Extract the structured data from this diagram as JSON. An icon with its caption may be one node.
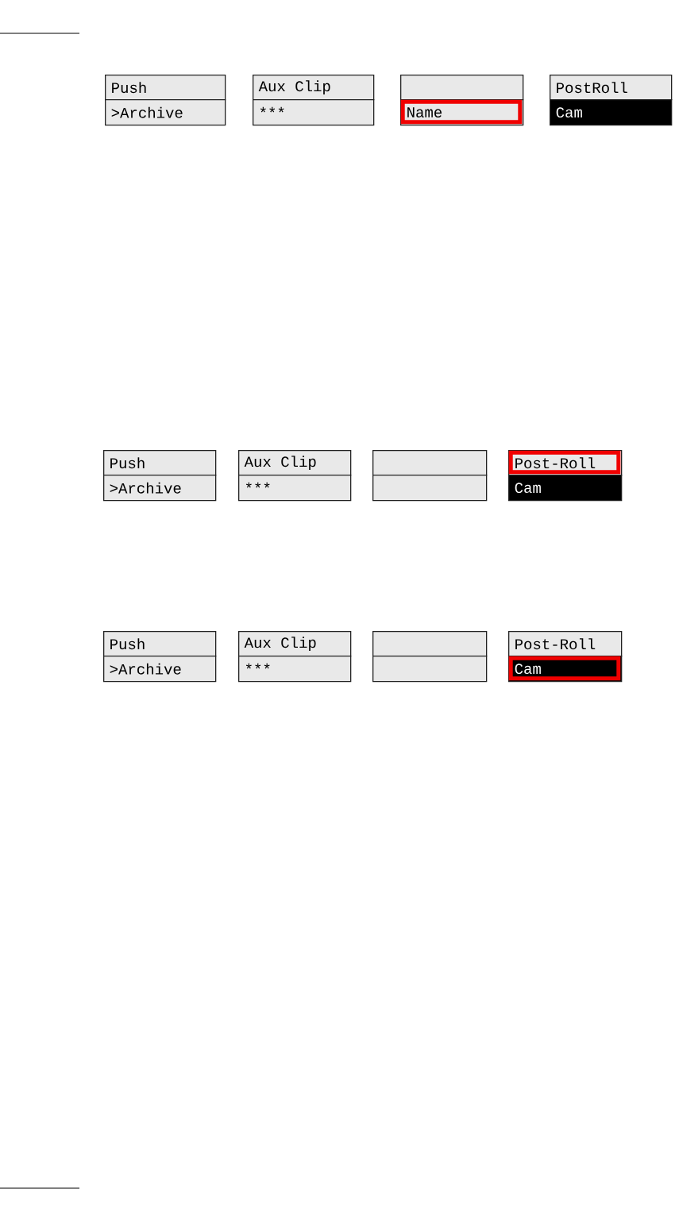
{
  "diagram": {
    "nodes": [
      {
        "text": [
          "Push"
        ]
      },
      {
        "text": [
          ">Archive"
        ]
      },
      {
        "text": [
          "Aux Clip"
        ]
      },
      {
        "text": [
          "***"
        ]
      },
      {
        "text": [],
        "shape": "box"
      },
      {
        "text": [
          "Name"
        ]
      },
      {
        "text": [
          "PostRoll"
        ]
      },
      {
        "text": [
          "Cam"
        ]
      },
      {
        "text": [
          "Push"
        ]
      },
      {
        "text": [
          ">Archive"
        ]
      },
      {
        "text": [
          "Aux Clip"
        ]
      },
      {
        "text": [
          "***"
        ]
      },
      {
        "text": [],
        "shape": "box"
      },
      {
        "text": [],
        "shape": "box"
      },
      {
        "text": [
          "Post-Roll"
        ]
      },
      {
        "text": [
          "Cam"
        ]
      },
      {
        "text": [
          "Push"
        ]
      },
      {
        "text": [
          ">Archive"
        ]
      },
      {
        "text": [
          "Aux Clip"
        ]
      },
      {
        "text": [
          "***"
        ]
      },
      {
        "text": [],
        "shape": "box"
      },
      {
        "text": [],
        "shape": "box"
      },
      {
        "text": [
          "Post-Roll"
        ]
      },
      {
        "text": [
          "Cam"
        ]
      }
    ]
  }
}
